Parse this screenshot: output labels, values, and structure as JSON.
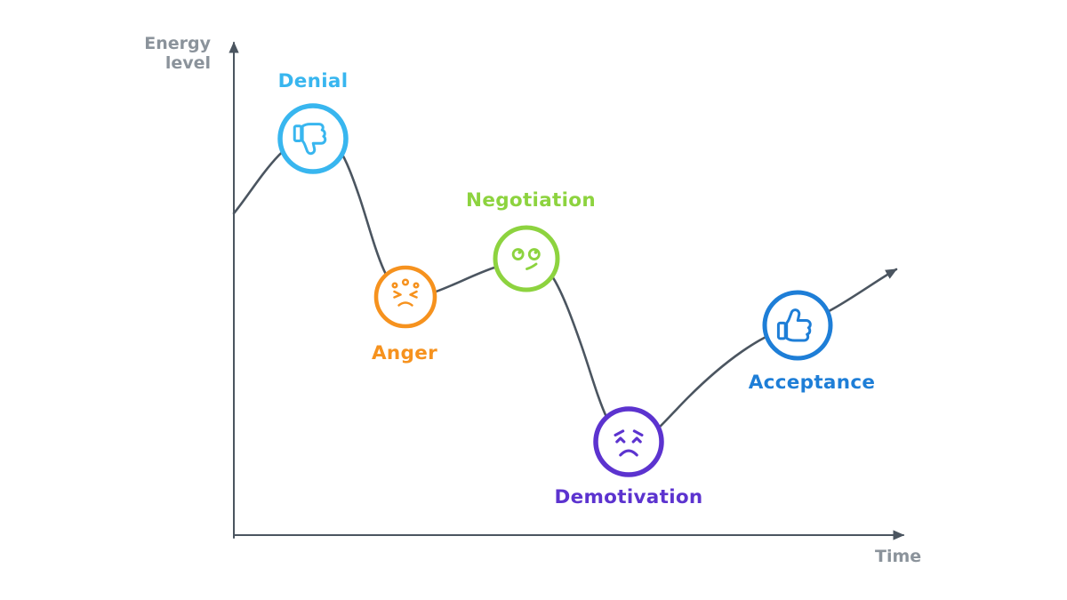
{
  "diagram": {
    "y_axis_label": "Energy\nlevel",
    "x_axis_label": "Time",
    "axis_label_color": "#8b939b",
    "line_color": "#4b5560"
  },
  "stages": [
    {
      "label": "Denial",
      "color": "#38b6ef",
      "icon": "thumbs-down"
    },
    {
      "label": "Anger",
      "color": "#f6921e",
      "icon": "angry-face"
    },
    {
      "label": "Negotiation",
      "color": "#8dd33f",
      "icon": "pondering-face"
    },
    {
      "label": "Demotivation",
      "color": "#5c33cf",
      "icon": "sad-face"
    },
    {
      "label": "Acceptance",
      "color": "#1e7ed7",
      "icon": "thumbs-up"
    }
  ]
}
